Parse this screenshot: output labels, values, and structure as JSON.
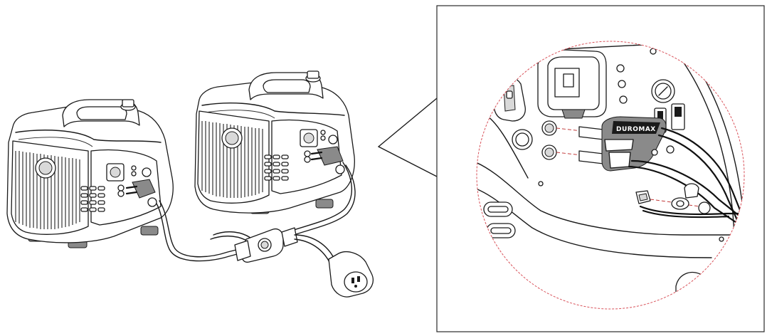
{
  "diagram": {
    "cable_brand_label": "DUROMAX",
    "colors": {
      "line": "#1a1a1a",
      "detail_circle": "#d9535b",
      "connection_marker": "#c23a3a",
      "background": "#ffffff"
    },
    "icons": [
      "generator",
      "parallel-kit-cable",
      "power-outlet-plug",
      "ground-terminal",
      "eco-switch",
      "magnifier-callout"
    ]
  }
}
